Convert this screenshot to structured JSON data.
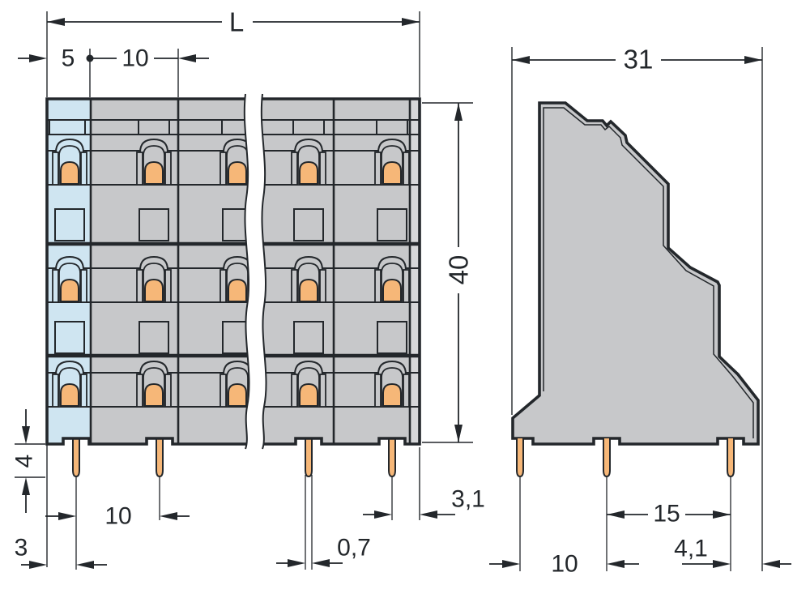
{
  "drawing": {
    "title": "terminal-block-dimension-drawing",
    "dimensions": {
      "length_total": "L",
      "end_section_width": "5",
      "pole_pitch": "10",
      "height": "40",
      "depth": "31",
      "pin_length": "4",
      "pin_pitch_bottom": "10",
      "pin_offset_left": "3",
      "pin_width": "0,7",
      "pin_offset_right": "3,1",
      "side_pin_spacing_rear": "15",
      "side_pin_spacing_front": "10",
      "side_pin_offset_right": "4,1"
    },
    "colors": {
      "housing_gray": "#c7c8ca",
      "end_plate_gray": "#d6d7d9",
      "pole_highlight_blue": "#cfe5f1",
      "contact_orange": "#f6b778",
      "line_ink": "#23272b",
      "background": "#ffffff"
    }
  }
}
